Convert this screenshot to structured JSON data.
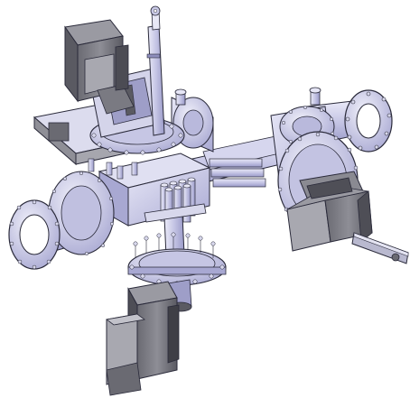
{
  "colors": {
    "background": "#ffffff",
    "metal": "#c9c9e6",
    "metal_light": "#e4e4f4",
    "metal_mid": "#b3b3d6",
    "metal_dark": "#8f8fbd",
    "motor_dark": "#5b5b63",
    "motor_mid": "#7a7a82",
    "motor_light": "#a2a2aa",
    "bolt": "#d8d8ec",
    "outline": "#2a2a3a"
  },
  "parts": {
    "top_motor": "gearmotor",
    "bottom_motor": "gearmotor",
    "right_motor": "gearmotor",
    "top_actuator": "linear-actuator",
    "left_port": "flanged-port",
    "right_port": "flanged-port",
    "central_chamber": "multi-port-chamber"
  }
}
